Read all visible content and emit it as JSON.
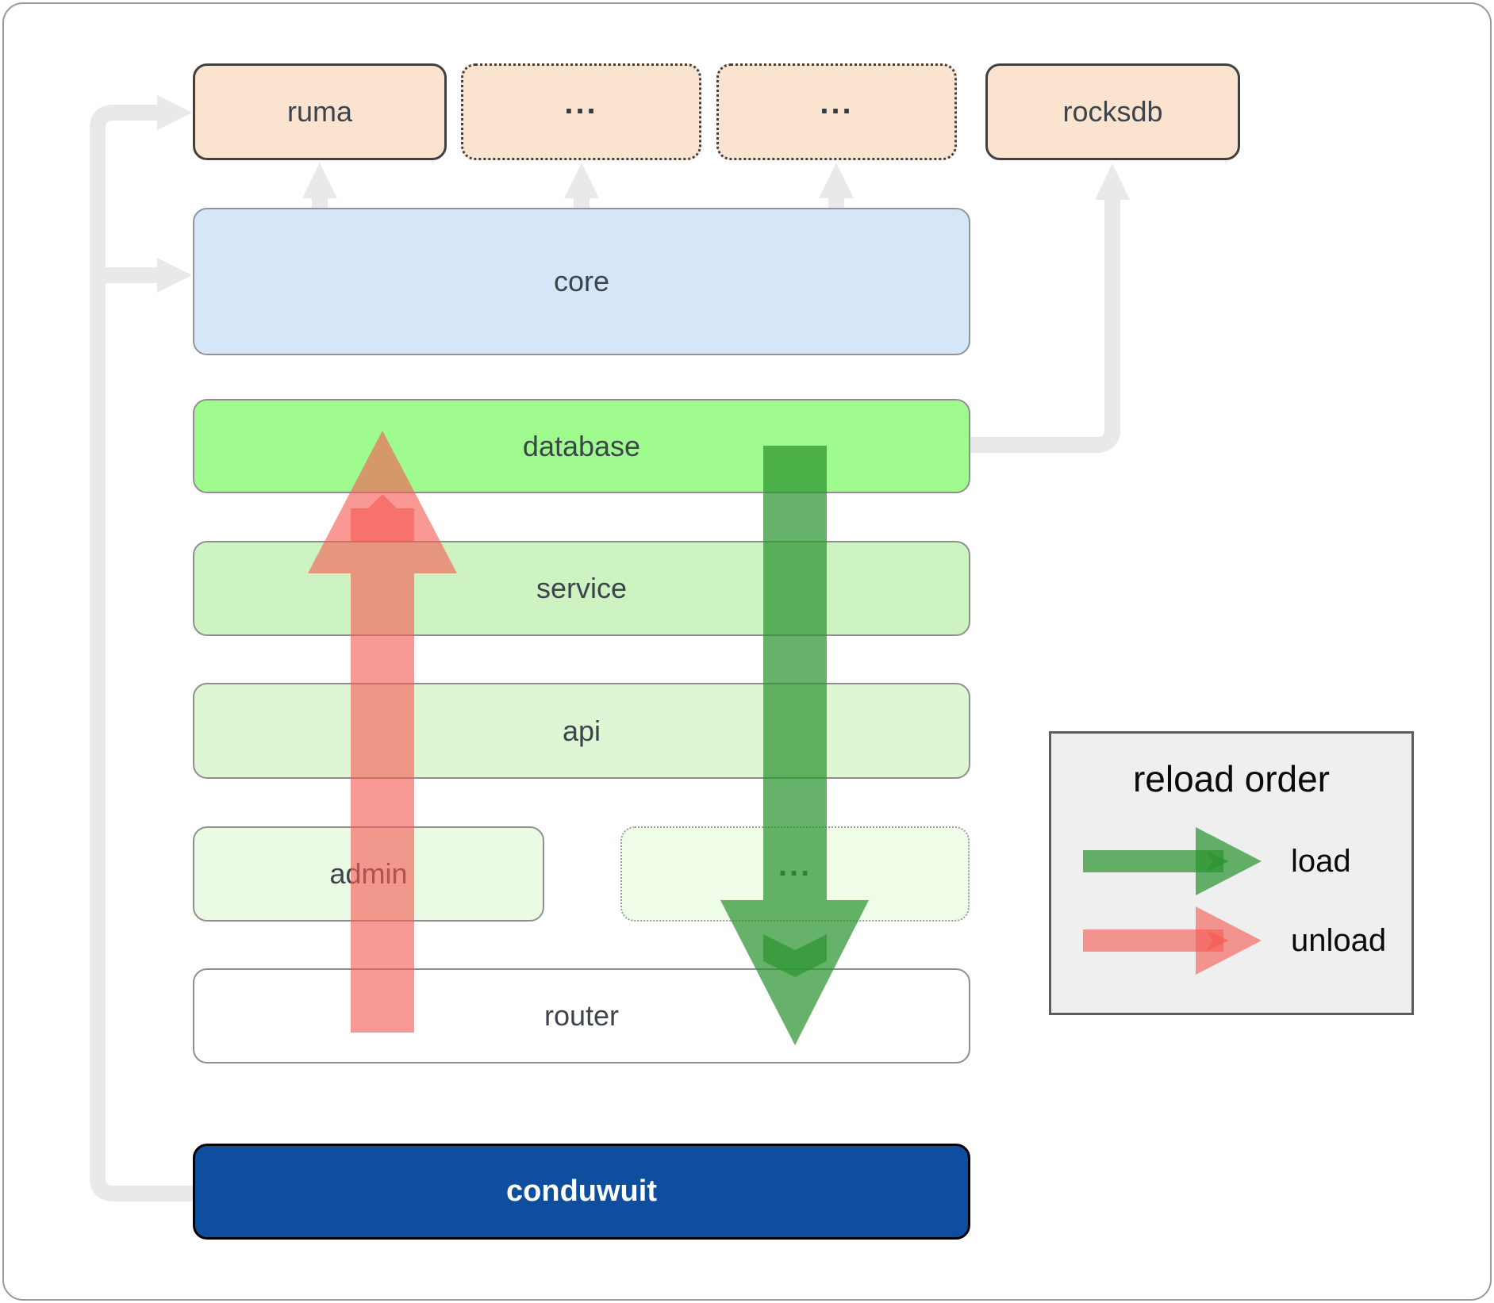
{
  "nodes": {
    "ruma": "ruma",
    "ellipsis_top_1": "...",
    "ellipsis_top_2": "...",
    "rocksdb": "rocksdb",
    "core": "core",
    "database": "database",
    "service": "service",
    "api": "api",
    "admin": "admin",
    "ellipsis_mid": "...",
    "router": "router",
    "conduwuit": "conduwuit"
  },
  "legend": {
    "title": "reload order",
    "items": [
      {
        "label": "load",
        "color": "#2c9430"
      },
      {
        "label": "unload",
        "color": "#f65a54"
      }
    ]
  },
  "colors": {
    "peach_node_fill": "#fbe4cf",
    "core_fill": "#d4e6f8",
    "database_fill": "#a0fb8e",
    "service_fill": "#cdf3c2",
    "api_fill": "#dff6d4",
    "admin_fill": "#ebfae4",
    "router_fill": "#ffffff",
    "conduwuit_fill": "#0f4e9e",
    "legend_fill": "#efefef",
    "connector_gray": "#e9e9e9",
    "load_arrow_green": "#2c9430",
    "unload_arrow_red": "#f65a54"
  }
}
